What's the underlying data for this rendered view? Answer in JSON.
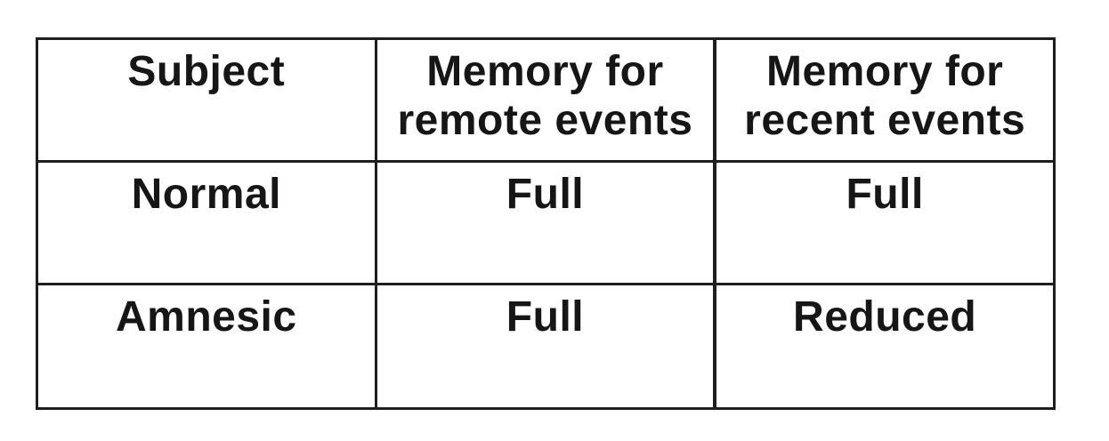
{
  "figure": {
    "headers": {
      "subject": "Subject",
      "remote": "Memory for\nremote events",
      "recent": "Memory for\nrecent events"
    },
    "rows": [
      {
        "subject": "Normal",
        "remote": "Full",
        "recent": "Full"
      },
      {
        "subject": "Amnesic",
        "remote": "Full",
        "recent": "Reduced"
      }
    ]
  },
  "chart_data": {
    "type": "table",
    "columns": [
      "Subject",
      "Memory for remote events",
      "Memory for recent events"
    ],
    "rows": [
      [
        "Normal",
        "Full",
        "Full"
      ],
      [
        "Amnesic",
        "Full",
        "Reduced"
      ]
    ],
    "layout_hints": {
      "text_align": "center",
      "vertical_align": "top",
      "grid": "on",
      "bold": true
    }
  },
  "colors": {
    "background": "#ffffff",
    "border": "#1f1f1f",
    "text": "#161616"
  }
}
